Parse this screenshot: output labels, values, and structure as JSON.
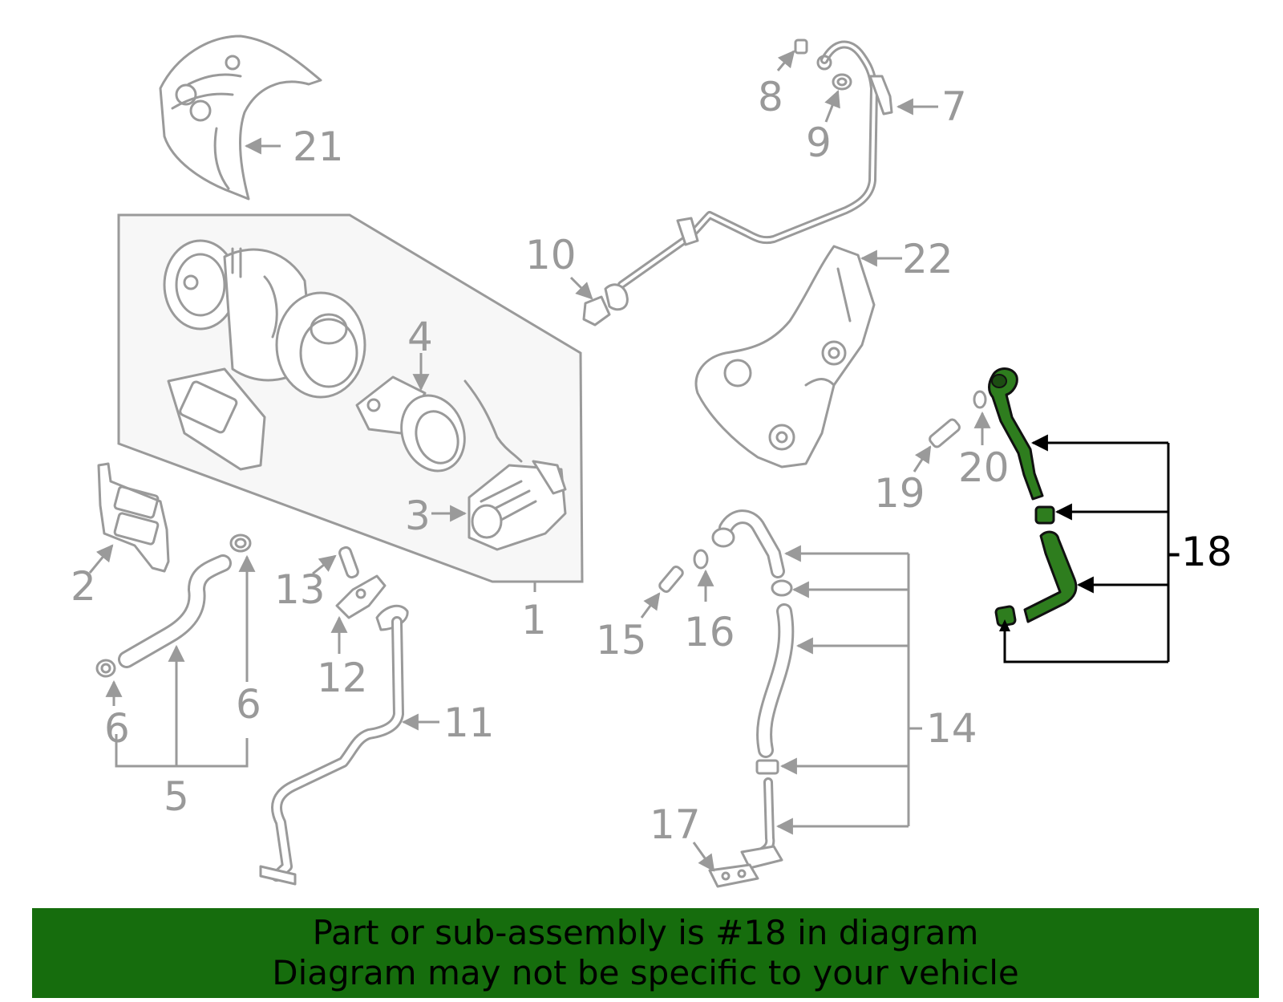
{
  "callouts": {
    "c1": "1",
    "c2": "2",
    "c3": "3",
    "c4": "4",
    "c5": "5",
    "c6a": "6",
    "c6b": "6",
    "c7": "7",
    "c8": "8",
    "c9": "9",
    "c10": "10",
    "c11": "11",
    "c12": "12",
    "c13": "13",
    "c14": "14",
    "c15": "15",
    "c16": "16",
    "c17": "17",
    "c18": "-18",
    "c19": "19",
    "c20": "20",
    "c21": "21",
    "c22": "22"
  },
  "highlight": {
    "part_number": "18",
    "color": "#2e7d1e"
  },
  "banner": {
    "line1": "Part or sub-assembly is #18 in diagram",
    "line2": "Diagram may not be specific to your vehicle",
    "background": "#166d0d"
  }
}
